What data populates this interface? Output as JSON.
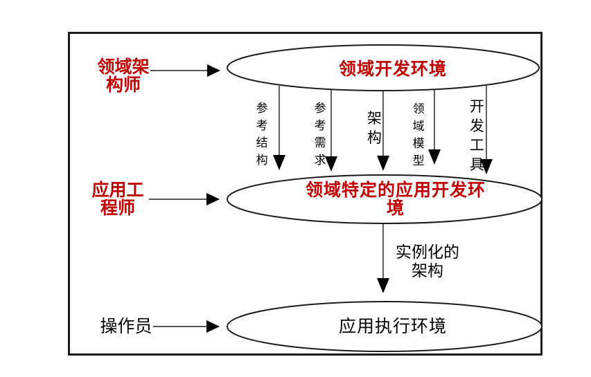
{
  "diagram": {
    "title_hint": "domain engineering process diagram",
    "actors": {
      "domain_architect": "领域架\n构师",
      "application_engineer": "应用工\n程师",
      "operator": "操作员"
    },
    "environments": {
      "domain_dev": "领域开发环境",
      "domain_specific_app_dev": "领域特定的应用开发环境",
      "app_execution": "应用执行环境"
    },
    "transfer_labels": [
      "参考结构",
      "参考需求",
      "架构",
      "领域模型",
      "开发工具"
    ],
    "instantiation_label": "实例化的\n架构",
    "colors": {
      "accent_red": "#c00000",
      "line_black": "#1a1a1a",
      "background": "#ffffff"
    }
  }
}
